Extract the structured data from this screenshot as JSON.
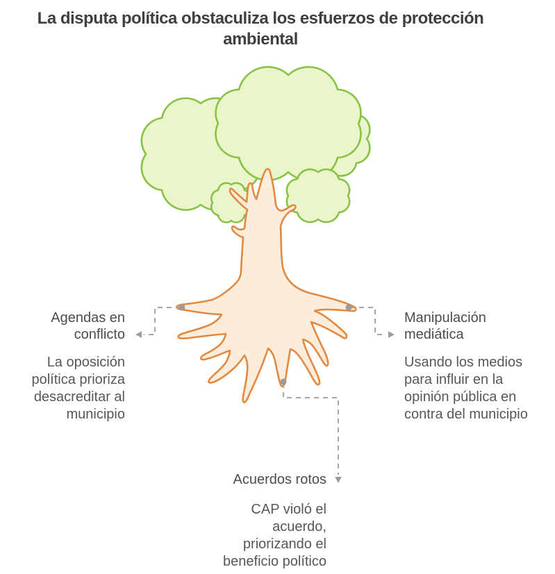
{
  "title": "La disputa política obstaculiza los esfuerzos de protección ambiental",
  "labels": {
    "left": {
      "heading": "Agendas en conflicto",
      "description": "La oposición política prioriza desacreditar al municipio"
    },
    "right": {
      "heading": "Manipulación mediática",
      "description": "Usando los medios para influir en la opinión pública en contra del municipio"
    },
    "bottom": {
      "heading": "Acuerdos rotos",
      "description": "CAP violó el acuerdo, priorizando el beneficio político"
    }
  },
  "colors": {
    "background": "#ffffff",
    "title_text": "#3e3f41",
    "heading_text": "#4b4c4e",
    "body_text": "#56575a",
    "foliage_fill": "#eaf5cc",
    "foliage_stroke": "#87c243",
    "trunk_fill": "#fcecdc",
    "trunk_stroke": "#e2893f",
    "connector_line": "#a5a5a5",
    "connector_marker": "#9b9b9b"
  }
}
